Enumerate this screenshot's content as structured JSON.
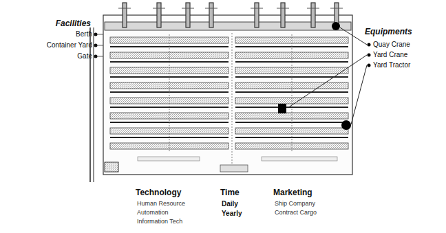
{
  "diagram": {
    "labels": [
      "Facilities",
      "Berth",
      "Container Yard",
      "Gate",
      "Equipments",
      "Quay Crane",
      "Yard Crane",
      "Yard Tractor",
      "Technology",
      "Human Resource",
      "Automation",
      "Information Tech",
      "Time",
      "Daily",
      "Yearly",
      "Marketing",
      "Ship Company",
      "Contract Cargo"
    ]
  }
}
